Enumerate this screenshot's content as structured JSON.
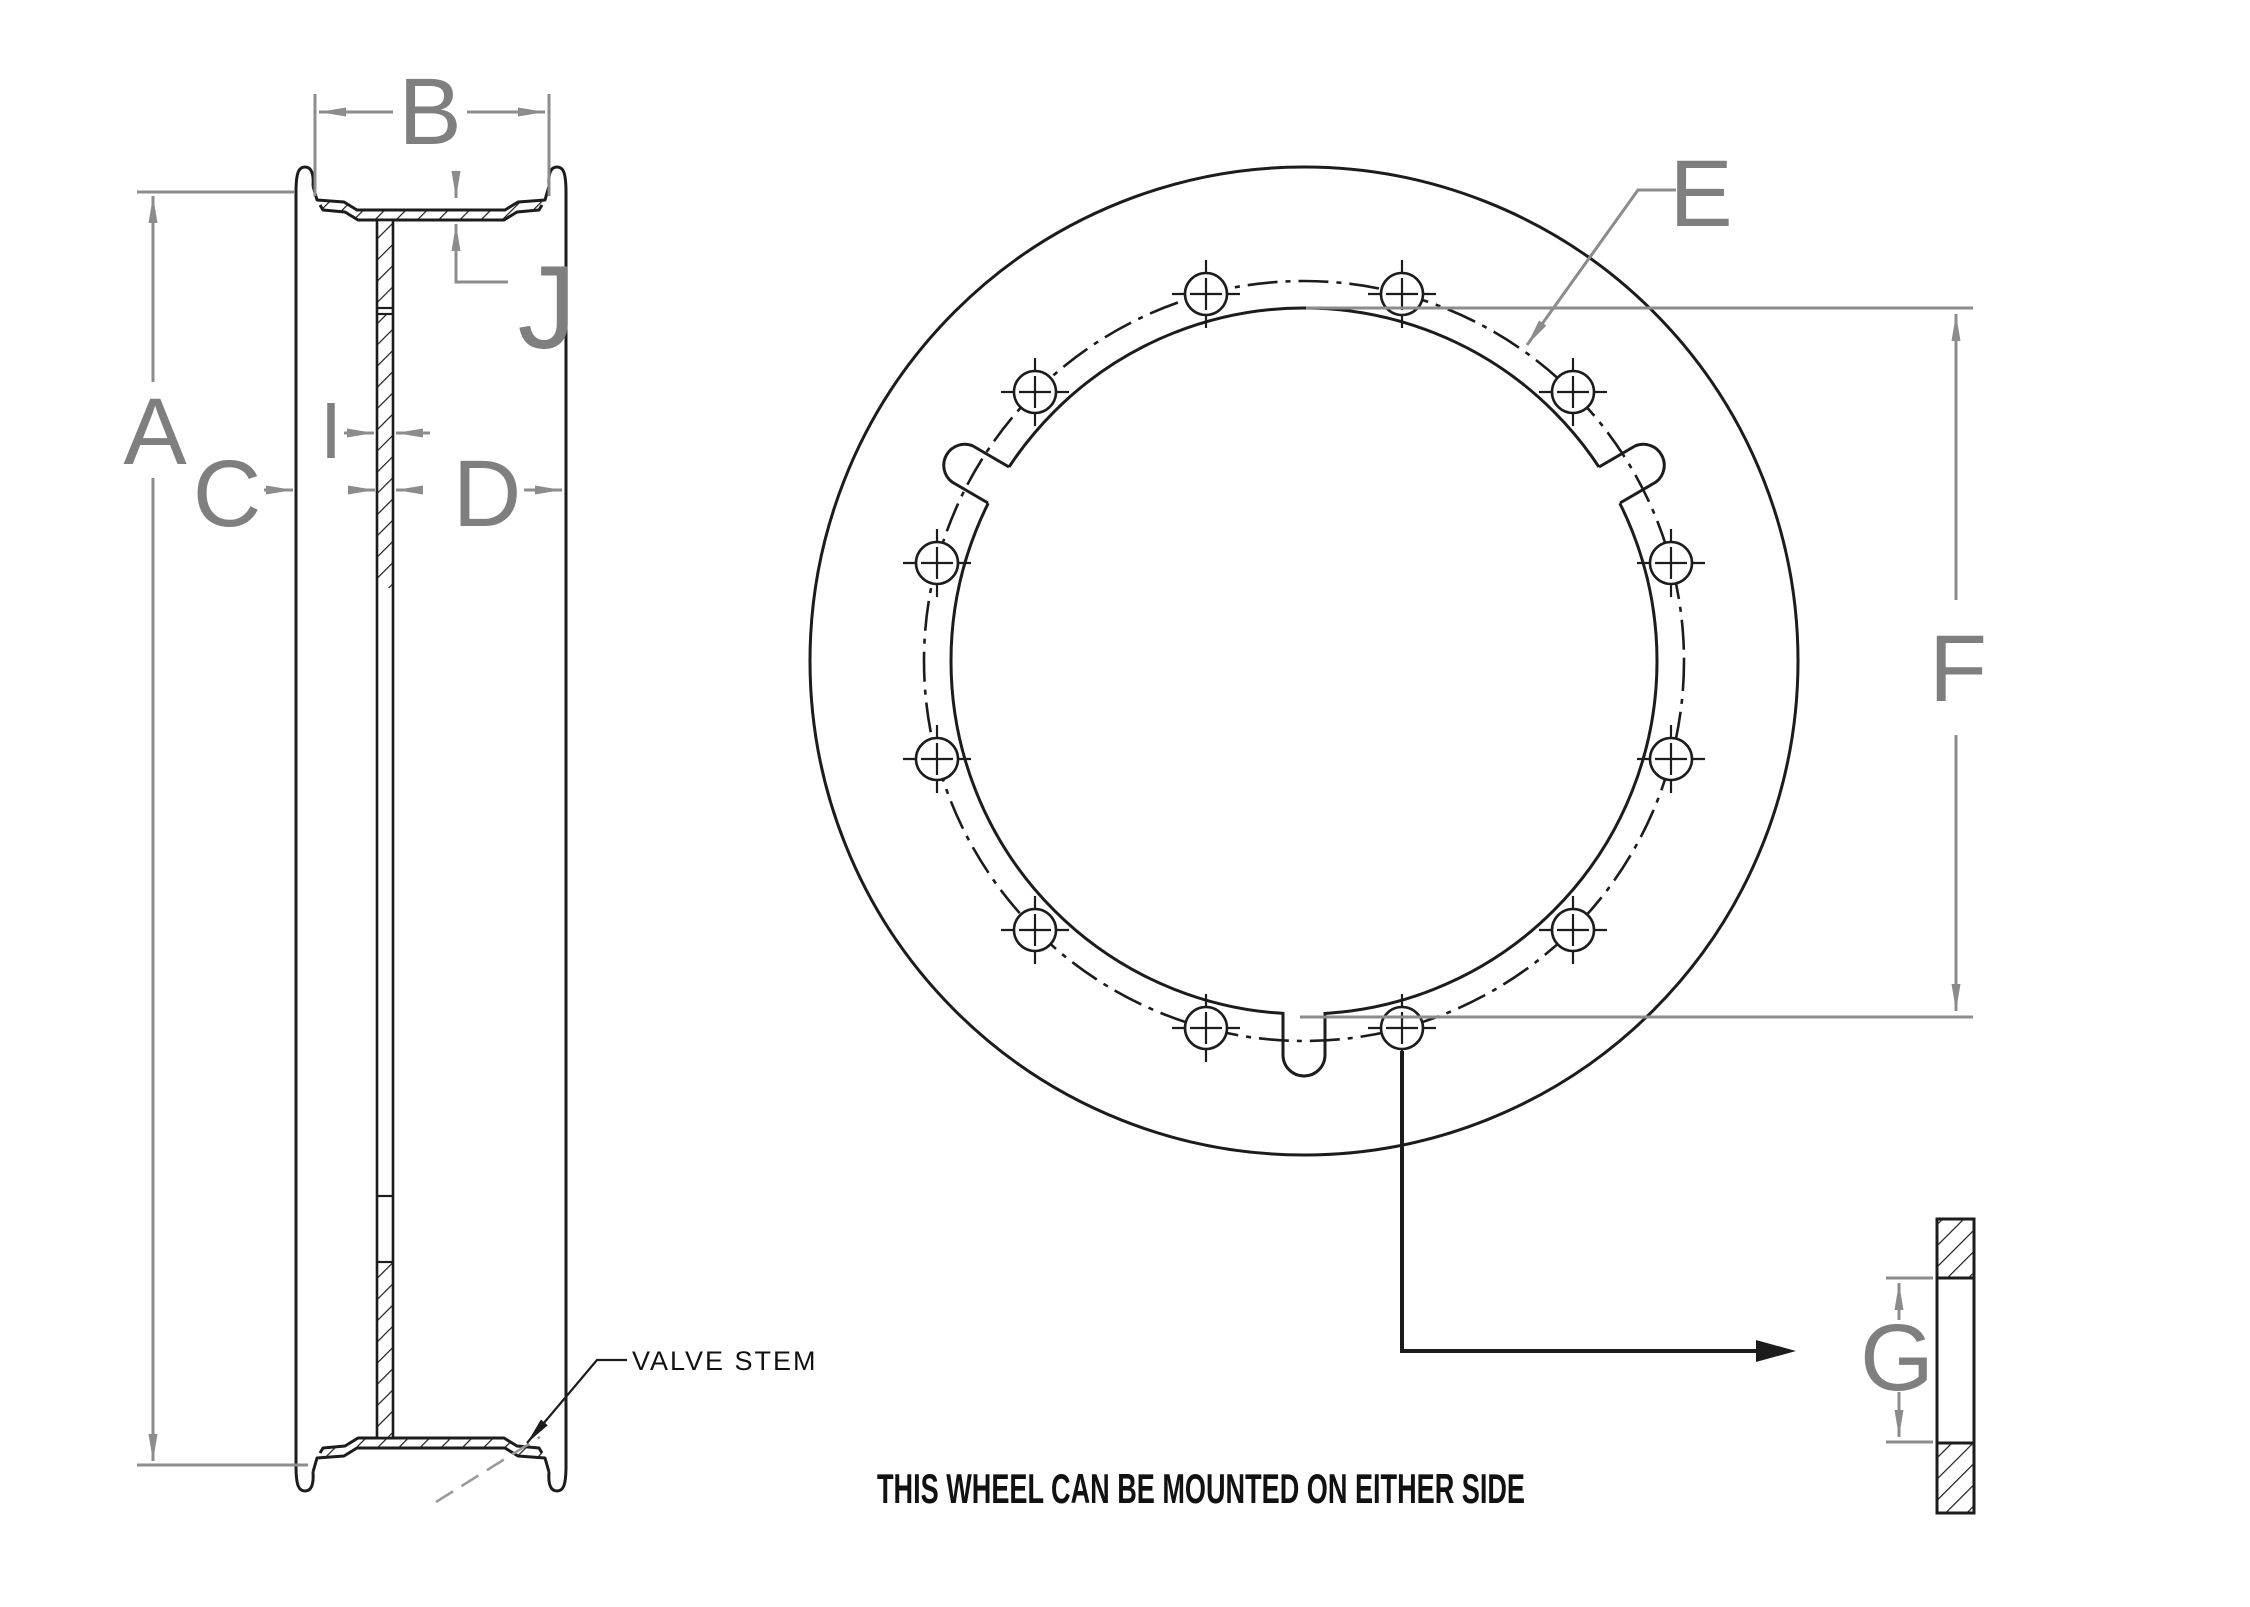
{
  "drawing": {
    "type": "wheel-rim-engineering-drawing",
    "labels": {
      "A": "A",
      "B": "B",
      "C": "C",
      "D": "D",
      "E": "E",
      "F": "F",
      "G": "G",
      "I": "I",
      "J": "J"
    },
    "annotations": {
      "valve_stem": "VALVE STEM",
      "note": "THIS WHEEL CAN BE MOUNTED ON EITHER SIDE"
    },
    "features": {
      "bolt_hole_count": 12,
      "drive_tab_count": 3
    },
    "colors": {
      "line": "#1c1c1c",
      "dim": "#8c8c8c",
      "letter": "#7f7f7f",
      "valve": "#9a9a9a",
      "bg": "#ffffff"
    }
  }
}
